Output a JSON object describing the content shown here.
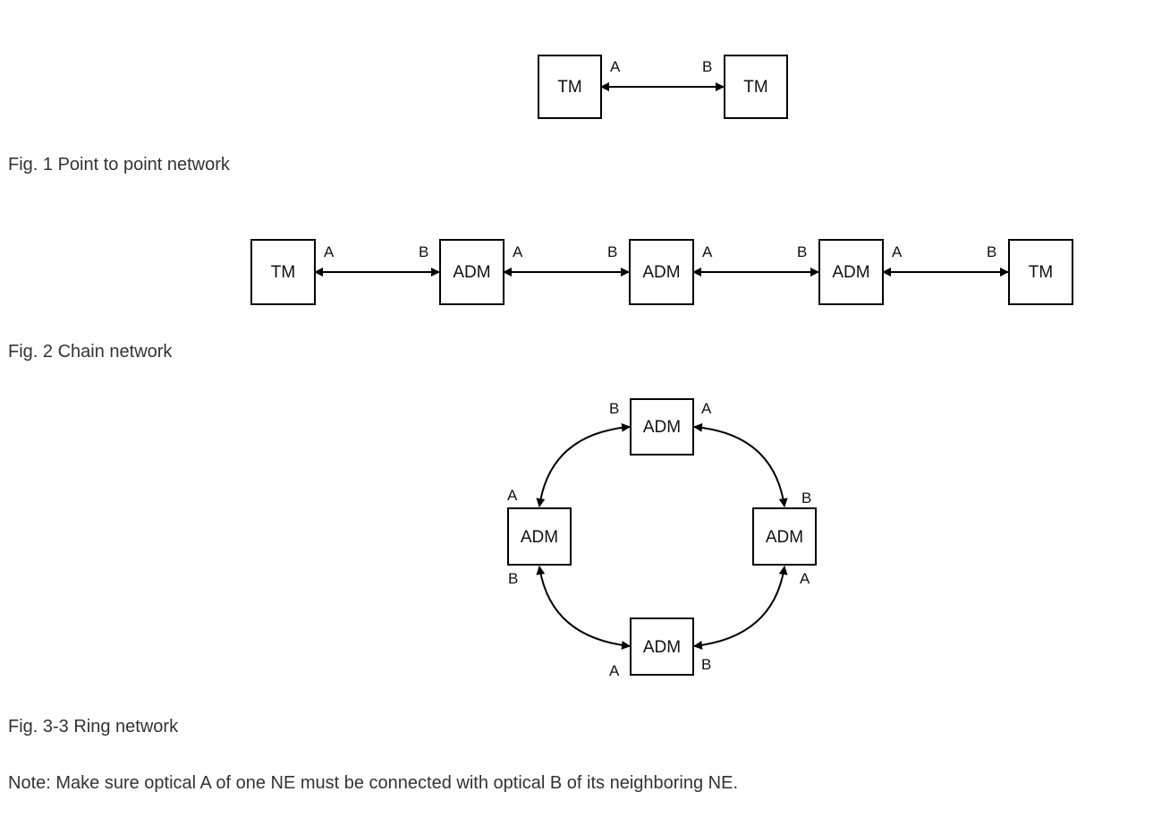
{
  "figures": [
    {
      "id": "point-to-point",
      "caption": "Fig. 1 Point to point network",
      "nodes": [
        {
          "id": "p1",
          "label": "TM"
        },
        {
          "id": "p2",
          "label": "TM"
        }
      ],
      "links": [
        {
          "from": "p1",
          "from_port": "A",
          "to": "p2",
          "to_port": "B"
        }
      ]
    },
    {
      "id": "chain",
      "caption": "Fig. 2 Chain network",
      "nodes": [
        {
          "id": "c1",
          "label": "TM"
        },
        {
          "id": "c2",
          "label": "ADM"
        },
        {
          "id": "c3",
          "label": "ADM"
        },
        {
          "id": "c4",
          "label": "ADM"
        },
        {
          "id": "c5",
          "label": "TM"
        }
      ],
      "links": [
        {
          "from": "c1",
          "from_port": "A",
          "to": "c2",
          "to_port": "B"
        },
        {
          "from": "c2",
          "from_port": "A",
          "to": "c3",
          "to_port": "B"
        },
        {
          "from": "c3",
          "from_port": "A",
          "to": "c4",
          "to_port": "B"
        },
        {
          "from": "c4",
          "from_port": "A",
          "to": "c5",
          "to_port": "B"
        }
      ]
    },
    {
      "id": "ring",
      "caption": "Fig. 3-3 Ring network",
      "nodes": [
        {
          "id": "r1",
          "label": "ADM"
        },
        {
          "id": "r2",
          "label": "ADM"
        },
        {
          "id": "r3",
          "label": "ADM"
        },
        {
          "id": "r4",
          "label": "ADM"
        }
      ],
      "links": [
        {
          "from": "r1",
          "from_port": "A",
          "to": "r2",
          "to_port": "B"
        },
        {
          "from": "r2",
          "from_port": "A",
          "to": "r4",
          "to_port": "B"
        },
        {
          "from": "r4",
          "from_port": "A",
          "to": "r3",
          "to_port": "B"
        },
        {
          "from": "r3",
          "from_port": "A",
          "to": "r1",
          "to_port": "B"
        }
      ]
    }
  ],
  "note": "Note:  Make sure optical A of one NE must be connected with optical B of its neighboring NE."
}
